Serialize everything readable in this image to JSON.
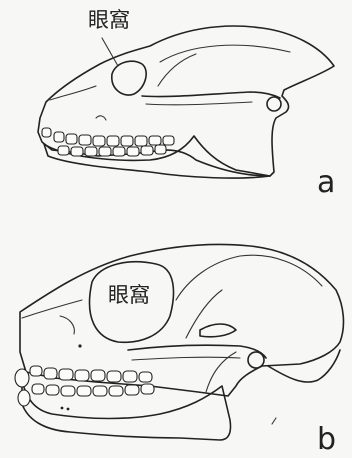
{
  "labels": {
    "orbit_a": "眼窩",
    "letter_a": "a",
    "orbit_b": "眼窩",
    "letter_b": "b"
  },
  "colors": {
    "background": "#f7f7f5",
    "ink": "#222222"
  }
}
